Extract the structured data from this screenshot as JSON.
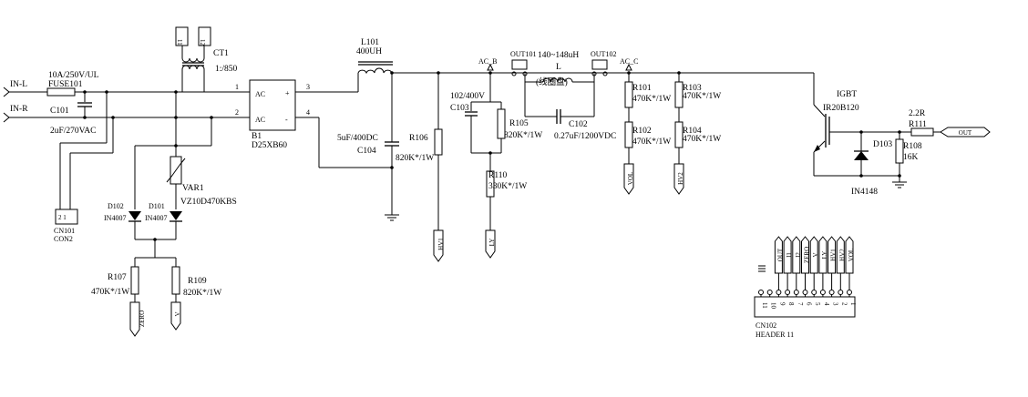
{
  "input": {
    "l": "IN-L",
    "r": "IN-R"
  },
  "fuse": {
    "rating": "10A/250V/UL",
    "ref": "FUSE101"
  },
  "c101": {
    "ref": "C101",
    "value": "2uF/270VAC"
  },
  "ct1": {
    "ref": "CT1",
    "ratio": "1:/850",
    "pin_a": "11",
    "pin_b": "12"
  },
  "cn101": {
    "ref": "CN101",
    "type": "CON2",
    "pins": "2  1"
  },
  "bridge": {
    "ref": "B1",
    "part": "D25XB60",
    "ac": "AC",
    "pin1": "1",
    "pin2": "2",
    "pin3": "3",
    "pin4": "4",
    "plus": "+",
    "minus": "-"
  },
  "var1": {
    "ref": "VAR1",
    "part": "VZ10D470KBS"
  },
  "d102": {
    "ref": "D102",
    "part": "IN4007"
  },
  "d101": {
    "ref": "D101",
    "part": "IN4007"
  },
  "r107": {
    "ref": "R107",
    "value": "470K*/1W"
  },
  "r109": {
    "ref": "R109",
    "value": "820K*/1W"
  },
  "l101": {
    "ref": "L101",
    "value": "400UH"
  },
  "c104": {
    "value": "5uF/400DC",
    "ref": "C104"
  },
  "r106": {
    "ref": "R106",
    "value": "820K*/1W"
  },
  "c103": {
    "value": "102/400V",
    "ref": "C103"
  },
  "r105": {
    "ref": "R105",
    "value": "820K*/1W"
  },
  "r110": {
    "ref": "R110",
    "value": "330K*/1W"
  },
  "node_b": "AC_B",
  "node_c": "AC_C",
  "coil": {
    "out1": "OUT101",
    "out2": "OUT102",
    "range": "140~148uH",
    "ref": "L",
    "note": "(线圈盘)"
  },
  "c102": {
    "ref": "C102",
    "value": "0.27uF/1200VDC"
  },
  "r101": {
    "ref": "R101",
    "value": "470K*/1W"
  },
  "r102": {
    "ref": "R102",
    "value": "470K*/1W"
  },
  "r103": {
    "ref": "R103",
    "value": "470K*/1W"
  },
  "r104": {
    "ref": "R104",
    "value": "470K*/1W"
  },
  "igbt": {
    "type": "IGBT",
    "part": "IR20B120"
  },
  "r111": {
    "value": "2.2R",
    "ref": "R111"
  },
  "d103": {
    "ref": "D103",
    "part": "IN4148"
  },
  "r108": {
    "ref": "R108",
    "value": "16K"
  },
  "nets": {
    "zero": "ZERO",
    "v": "V",
    "hv1": "HV1",
    "ly": "LY",
    "vol": "VOL",
    "hv2": "HV2",
    "out": "OUT"
  },
  "cn102": {
    "ref": "CN102",
    "type": "HEADER 11",
    "pin_numbers": [
      "11",
      "10",
      "9",
      "8",
      "7",
      "6",
      "5",
      "4",
      "3",
      "2",
      "1"
    ],
    "pin_labels": [
      "OUT",
      "I1",
      "I2",
      "ZERO",
      "V",
      "LY",
      "HV1",
      "HV2",
      "VOL"
    ]
  }
}
